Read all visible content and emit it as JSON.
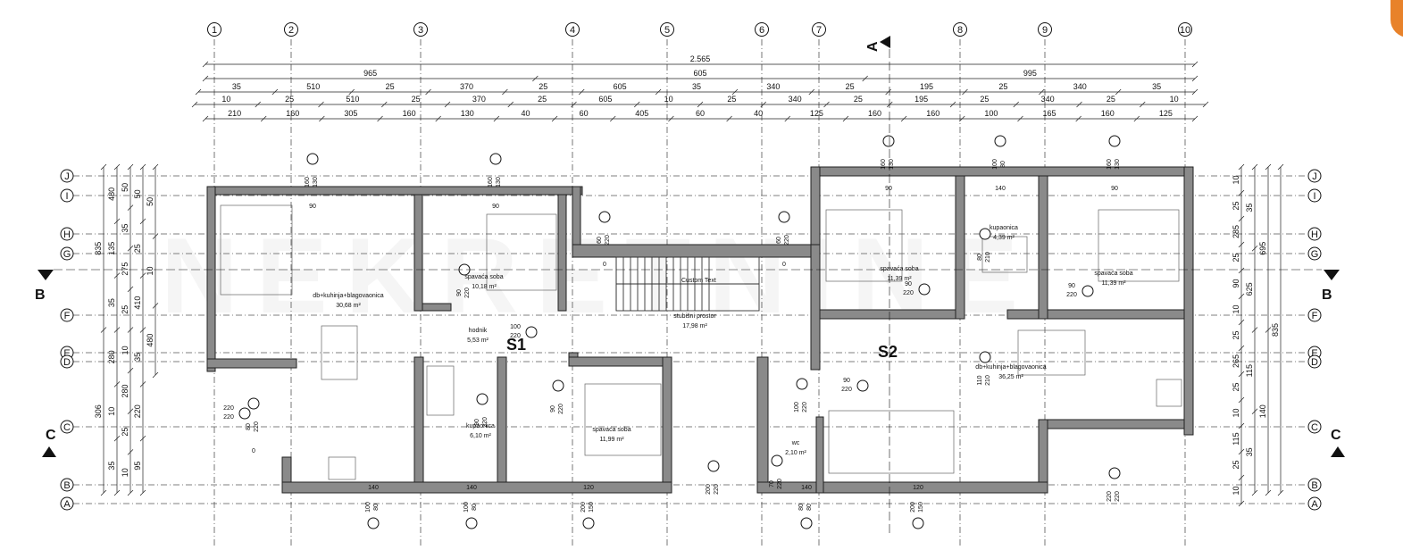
{
  "grid": {
    "columns": [
      "1",
      "2",
      "3",
      "4",
      "5",
      "6",
      "7",
      "8",
      "9",
      "10"
    ],
    "rows": [
      "J",
      "I",
      "H",
      "G",
      "F",
      "E",
      "D",
      "C",
      "B",
      "A"
    ]
  },
  "top_dims": {
    "total": "2.565",
    "row2": [
      "965",
      "605",
      "995"
    ],
    "row3": [
      "35",
      "510",
      "25",
      "370",
      "25",
      "605",
      "35",
      "340",
      "25",
      "195",
      "25",
      "340",
      "35"
    ],
    "row4": [
      "10",
      "25",
      "510",
      "25",
      "370",
      "25",
      "605",
      "10",
      "25",
      "340",
      "25",
      "195",
      "25",
      "340",
      "25",
      "10"
    ],
    "row5": [
      "210",
      "160",
      "305",
      "160",
      "130",
      "40",
      "60",
      "405",
      "60",
      "40",
      "125",
      "160",
      "160",
      "100",
      "165",
      "160",
      "125"
    ]
  },
  "left_dims": {
    "c1": [
      "835",
      "306"
    ],
    "c2": [
      "480",
      "135",
      "35",
      "280",
      "10",
      "35"
    ],
    "c3": [
      "50",
      "35",
      "275",
      "25",
      "10",
      "280",
      "25",
      "10"
    ],
    "c4": [
      "50",
      "25",
      "410",
      "35",
      "220",
      "95"
    ],
    "c5": [
      "50",
      "10",
      "480"
    ]
  },
  "right_dims": {
    "c1": [
      "10",
      "25",
      "285",
      "25",
      "90",
      "10",
      "25",
      "265",
      "25",
      "10",
      "115",
      "25",
      "10"
    ],
    "c2": [
      "35",
      "625",
      "115",
      "35"
    ],
    "c3": [
      "695",
      "140"
    ],
    "c4": [
      "835"
    ]
  },
  "sections": {
    "a": "A",
    "b": "B",
    "c": "C"
  },
  "units": {
    "s1": "S1",
    "s2": "S2"
  },
  "rooms": [
    {
      "name": "db+kuhinja+blagovaonica",
      "area": "30,68 m²"
    },
    {
      "name": "spavaća soba",
      "area": "10,18 m²"
    },
    {
      "name": "hodnik",
      "area": "5,53 m²"
    },
    {
      "name": "kupaonica",
      "area": "6,10 m²"
    },
    {
      "name": "spavaća soba",
      "area": "11,99 m²"
    },
    {
      "name": "stubišni prostor",
      "area": "17,98 m²"
    },
    {
      "name": "spavaća soba",
      "area": "11,39 m²"
    },
    {
      "name": "kupaonica",
      "area": "4,39 m²"
    },
    {
      "name": "spavaća soba",
      "area": "11,39 m²"
    },
    {
      "name": "db+kuhinja+blagovaonica",
      "area": "36,25 m²"
    },
    {
      "name": "wc",
      "area": "2,10 m²"
    }
  ],
  "stair_label": "Custom Text",
  "openings": {
    "w_top_s1_a": [
      "160",
      "130",
      "90"
    ],
    "w_top_s1_b": [
      "160",
      "130",
      "90"
    ],
    "w_top_s2_a": [
      "160",
      "130",
      "90"
    ],
    "w_top_s2_b": [
      "100",
      "80",
      "140"
    ],
    "w_top_s2_c": [
      "160",
      "130",
      "90"
    ],
    "stair_l": [
      "60",
      "220",
      "0"
    ],
    "stair_r": [
      "60",
      "220",
      "0"
    ],
    "d_bed1": [
      "90",
      "220"
    ],
    "d_hall": [
      "100",
      "220"
    ],
    "d_bath1": [
      "90",
      "220"
    ],
    "d_bed2": [
      "90",
      "220"
    ],
    "d_entry1": [
      "80",
      "220",
      "0"
    ],
    "d_terrace1": [
      "220",
      "220"
    ],
    "d_bedroom_s2a": [
      "90",
      "220"
    ],
    "d_bath_s2": [
      "80",
      "210"
    ],
    "d_bedroom_s2b": [
      "90",
      "220"
    ],
    "d_hall_s2": [
      "110",
      "210"
    ],
    "d_entry2": [
      "90",
      "220"
    ],
    "d_stair_bottom": [
      "100",
      "220"
    ],
    "d_wc": [
      "70",
      "220"
    ],
    "d_terrace2": [
      "200",
      "220"
    ],
    "d_right": [
      "220",
      "220"
    ],
    "b_w1": [
      "140",
      "100",
      "80"
    ],
    "b_w2": [
      "140",
      "100",
      "80"
    ],
    "b_w3": [
      "120",
      "200",
      "150"
    ],
    "b_w4": [
      "140",
      "80",
      "80"
    ],
    "b_w5": [
      "120",
      "200",
      "150"
    ]
  }
}
